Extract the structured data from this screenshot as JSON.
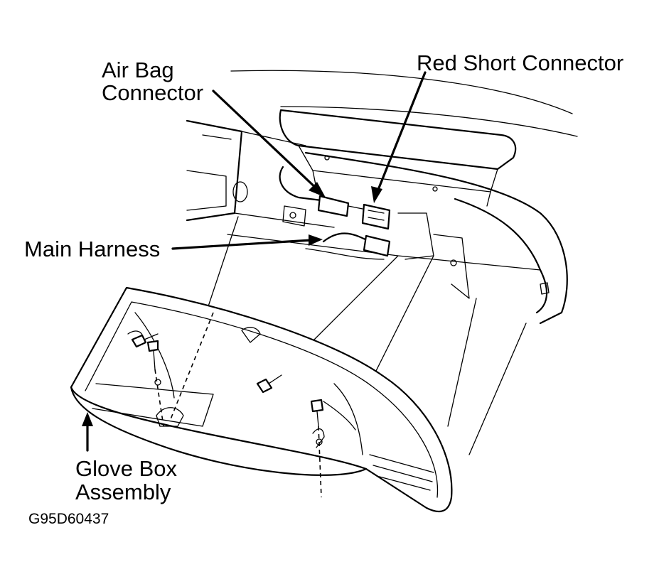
{
  "labels": {
    "air_bag_connector_line1": "Air Bag",
    "air_bag_connector_line2": "Connector",
    "red_short_connector": "Red Short Connector",
    "main_harness": "Main Harness",
    "glove_box_line1": "Glove Box",
    "glove_box_line2": "Assembly",
    "figure_id": "G95D60437"
  }
}
